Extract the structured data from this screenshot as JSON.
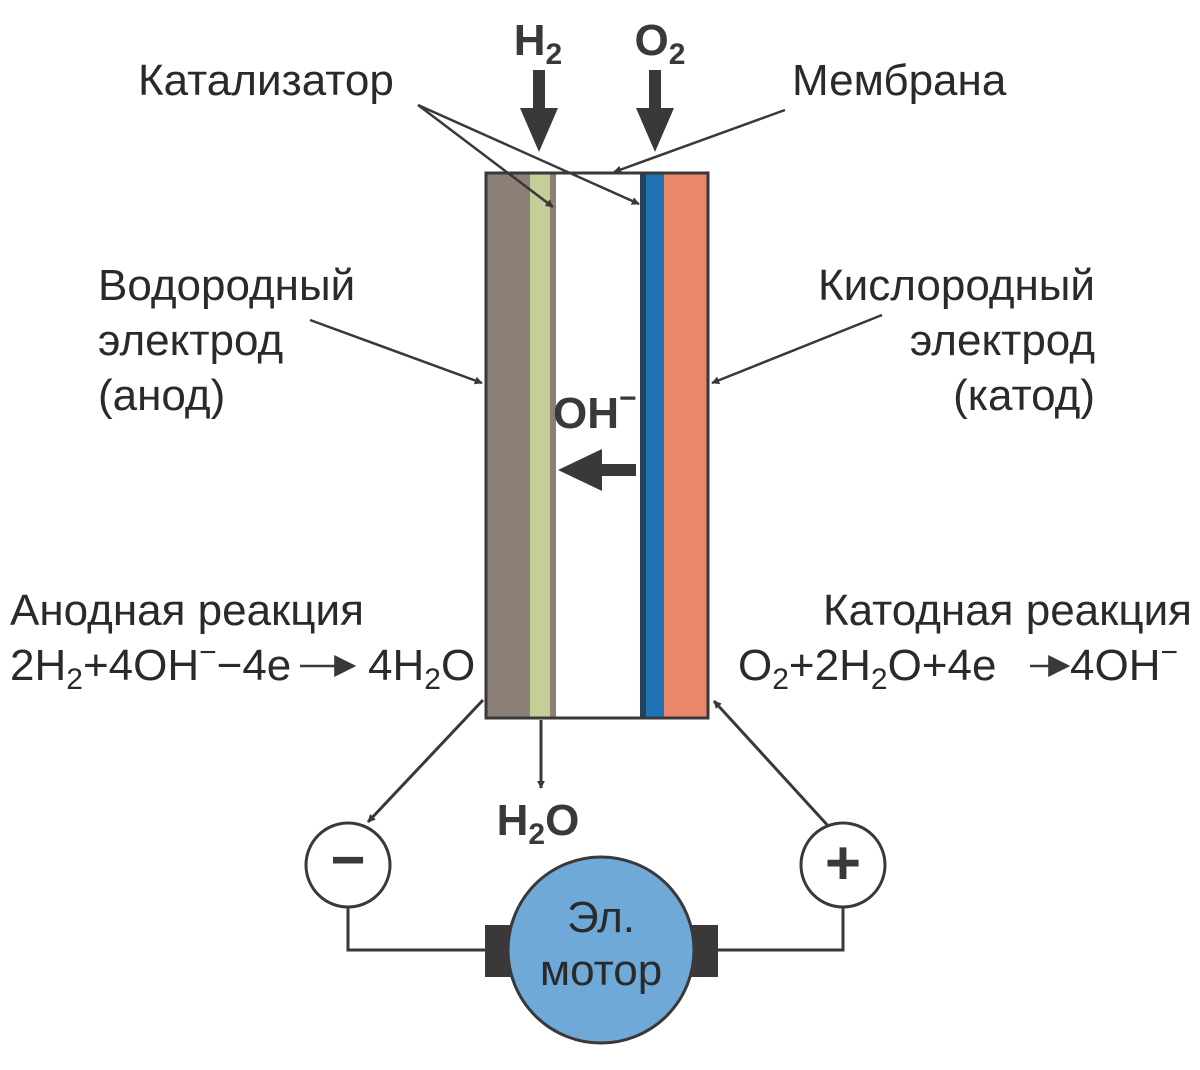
{
  "inputs": {
    "h2": {
      "main": "H",
      "sub": "2"
    },
    "o2": {
      "main": "O",
      "sub": "2"
    }
  },
  "labels": {
    "catalyst": "Катализатор",
    "membrane": "Мембрана",
    "anode": [
      "Водородный",
      "электрод",
      "(анод)"
    ],
    "cathode": [
      "Кислородный",
      "электрод",
      "(катод)"
    ],
    "ion": {
      "main": "OH",
      "sup": "−"
    }
  },
  "reactions": {
    "anode_title": "Анодная реакция",
    "cathode_title": "Катодная реакция",
    "anode_eq": {
      "p1": "2H",
      "s1": "2",
      "p2": "+4OH",
      "sup1": "−",
      "p3": "−4e",
      "p4": "4H",
      "s2": "2",
      "p5": "O"
    },
    "cathode_eq": {
      "p1": "O",
      "s1": "2",
      "p2": "+2H",
      "s2": "2",
      "p3": "O+4e",
      "p4": "4OH",
      "sup1": "−"
    }
  },
  "output": {
    "main": "H",
    "sub": "2",
    "tail": "O"
  },
  "terminals": {
    "negative": "−",
    "positive": "+"
  },
  "motor": [
    "Эл.",
    "мотор"
  ],
  "colors": {
    "anode": "#8c7f76",
    "catalyst": "#c5cd98",
    "membrane": "#ffffff",
    "cathode_catalyst": "#1f73b5",
    "cathode": "#e8876a",
    "motor": "#6fa9d8",
    "arrow": "#3a3838"
  }
}
